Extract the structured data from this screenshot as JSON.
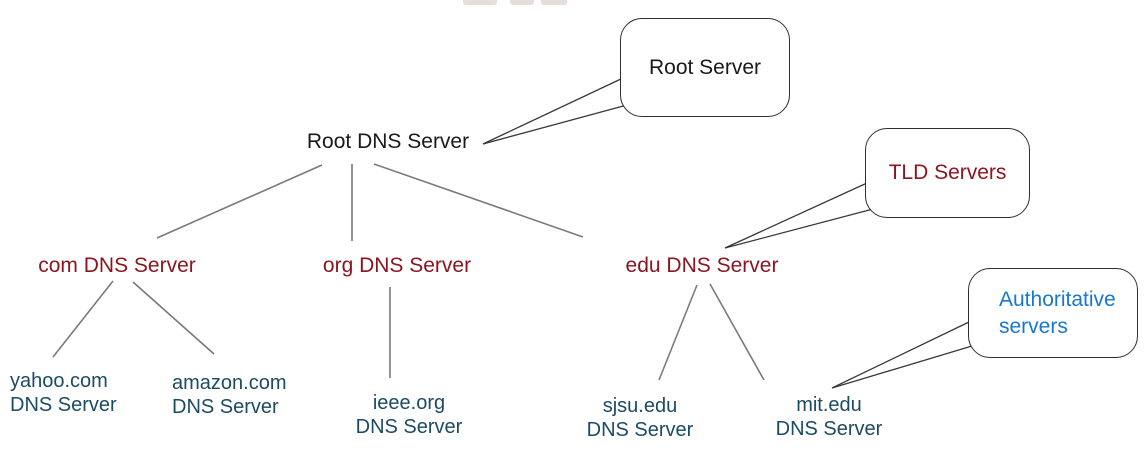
{
  "diagram": {
    "type": "tree",
    "background": "#ffffff",
    "line_color": "#7a7a7a",
    "callout_border_color": "#2f2f2f",
    "root": {
      "id": "root",
      "label": "Root DNS Server",
      "color": "#1a1a1a"
    },
    "tld_color": "#8b1620",
    "tld_nodes": [
      {
        "id": "com",
        "label": "com DNS Server"
      },
      {
        "id": "org",
        "label": "org DNS Server"
      },
      {
        "id": "edu",
        "label": "edu DNS Server"
      }
    ],
    "authoritative_color": "#1d4b63",
    "authoritative_nodes": [
      {
        "id": "yahoo",
        "parent": "com",
        "line1": "yahoo.com",
        "line2": "DNS Server"
      },
      {
        "id": "amazon",
        "parent": "com",
        "line1": "amazon.com",
        "line2": "DNS Server"
      },
      {
        "id": "ieee",
        "parent": "org",
        "line1": "ieee.org",
        "line2": "DNS Server"
      },
      {
        "id": "sjsu",
        "parent": "edu",
        "line1": "sjsu.edu",
        "line2": "DNS Server"
      },
      {
        "id": "mit",
        "parent": "edu",
        "line1": "mit.edu",
        "line2": "DNS Server"
      }
    ],
    "edges": [
      [
        "root",
        "com"
      ],
      [
        "root",
        "org"
      ],
      [
        "root",
        "edu"
      ],
      [
        "com",
        "yahoo"
      ],
      [
        "com",
        "amazon"
      ],
      [
        "org",
        "ieee"
      ],
      [
        "edu",
        "sjsu"
      ],
      [
        "edu",
        "mit"
      ]
    ],
    "callouts": [
      {
        "id": "root-server",
        "label": "Root Server",
        "color": "#1a1a1a",
        "points_to": "root"
      },
      {
        "id": "tld-servers",
        "label": "TLD Servers",
        "color": "#8b1620",
        "points_to": "edu"
      },
      {
        "id": "authoritative-servers",
        "line1": "Authoritative",
        "line2": "servers",
        "color": "#1878cf",
        "points_to": "mit"
      }
    ]
  }
}
